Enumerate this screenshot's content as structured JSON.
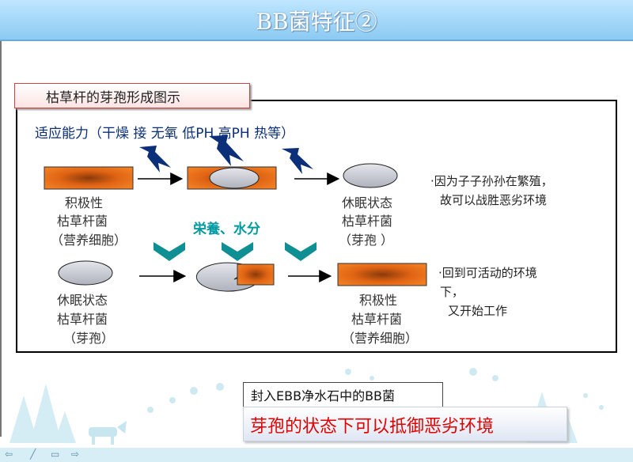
{
  "slide": {
    "title": "BB菌特征②",
    "caption": "枯草杆的芽孢形成图示"
  },
  "diagram": {
    "adaptability": "适应能力（干燥 接 无氧 低PH 高PH 热等）",
    "nutrients": "栄養、水分",
    "top_row": {
      "active_label": [
        "积极性",
        "枯草杆菌",
        "（营养细胞）"
      ],
      "dormant_label": [
        "休眠状态",
        "枯草杆菌",
        "（芽孢 ）"
      ],
      "note": [
        "·因为子子孙孙在繁殖，",
        "故可以战胜恶劣环境"
      ]
    },
    "bottom_row": {
      "dormant_label": [
        "休眠状态",
        "枯草杆菌",
        "（芽孢）"
      ],
      "active_label": [
        "积极性",
        "枯草杆菌",
        "（营养细胞）"
      ],
      "note": [
        "·回到可活动的环境",
        "下，",
        "又开始工作"
      ]
    }
  },
  "footer": {
    "embed_label": "封入EBB净水石中的BB菌",
    "banner": "芽孢的状态下可以抵御恶劣环境"
  },
  "nav": {
    "icons": [
      "arrow-left-icon",
      "pen-icon",
      "menu-icon",
      "arrow-right-icon"
    ]
  },
  "colors": {
    "title_bar": "#8ccaf2",
    "cell_orange": "#e86e1a",
    "spore_gray": "#c9ccd4",
    "lightning_navy": "#0b2f78",
    "chevron_teal": "#0d8f93",
    "nutrient_text": "#009aa0",
    "banner_text": "#e00000"
  }
}
